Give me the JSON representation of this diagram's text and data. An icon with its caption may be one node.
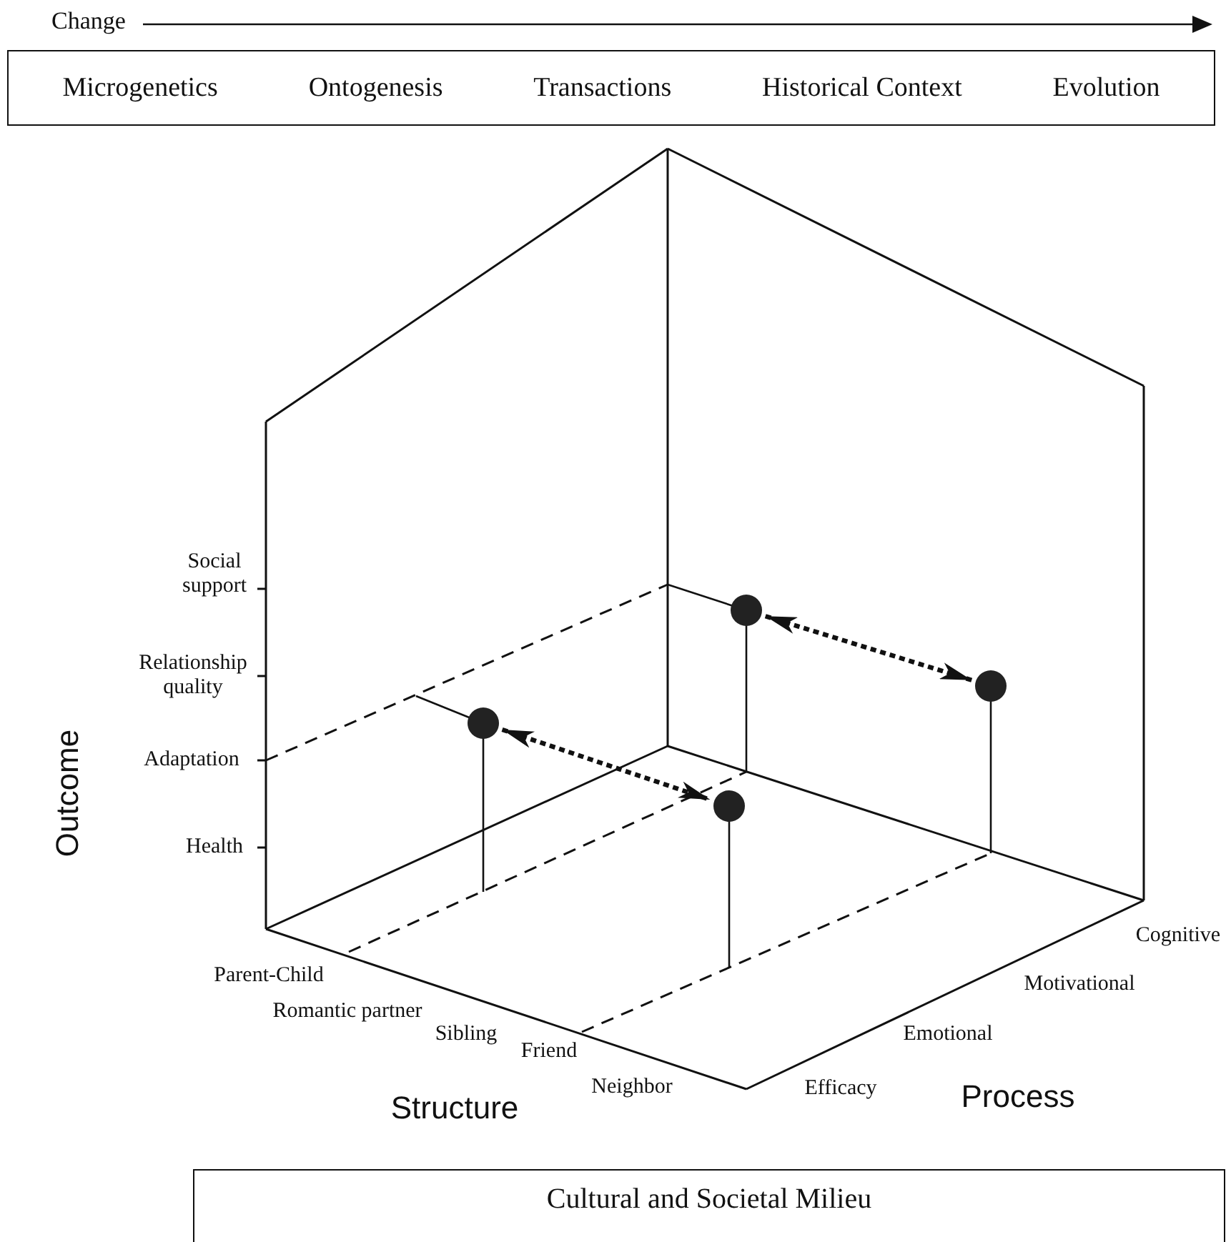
{
  "diagram": {
    "nodes": [
      {
        "text": [
          "Microgenetics",
          "Ontogenesis",
          "Transactions",
          "Historical Context",
          "Evolution"
        ]
      },
      {
        "text": [
          "Cultural and Societal Milieu"
        ]
      },
      {
        "text": [],
        "shape": "circle"
      },
      {
        "text": [],
        "shape": "circle"
      },
      {
        "text": [],
        "shape": "circle"
      },
      {
        "text": [],
        "shape": "circle"
      }
    ],
    "edges": [
      {
        "from": 2,
        "to": 3,
        "arrow": "both",
        "style": "dashed"
      },
      {
        "from": 4,
        "to": 5,
        "arrow": "both",
        "style": "dashed"
      }
    ],
    "labels": [
      "Change",
      "Social support",
      "Relationship quality",
      "Adaptation",
      "Health",
      "Outcome",
      "Cognitive",
      "Parent-Child",
      "Motivational",
      "Romantic partner",
      "Sibling",
      "Friend",
      "Emotional",
      "Structure",
      "Neighbor",
      "Efficacy",
      "Process"
    ]
  }
}
